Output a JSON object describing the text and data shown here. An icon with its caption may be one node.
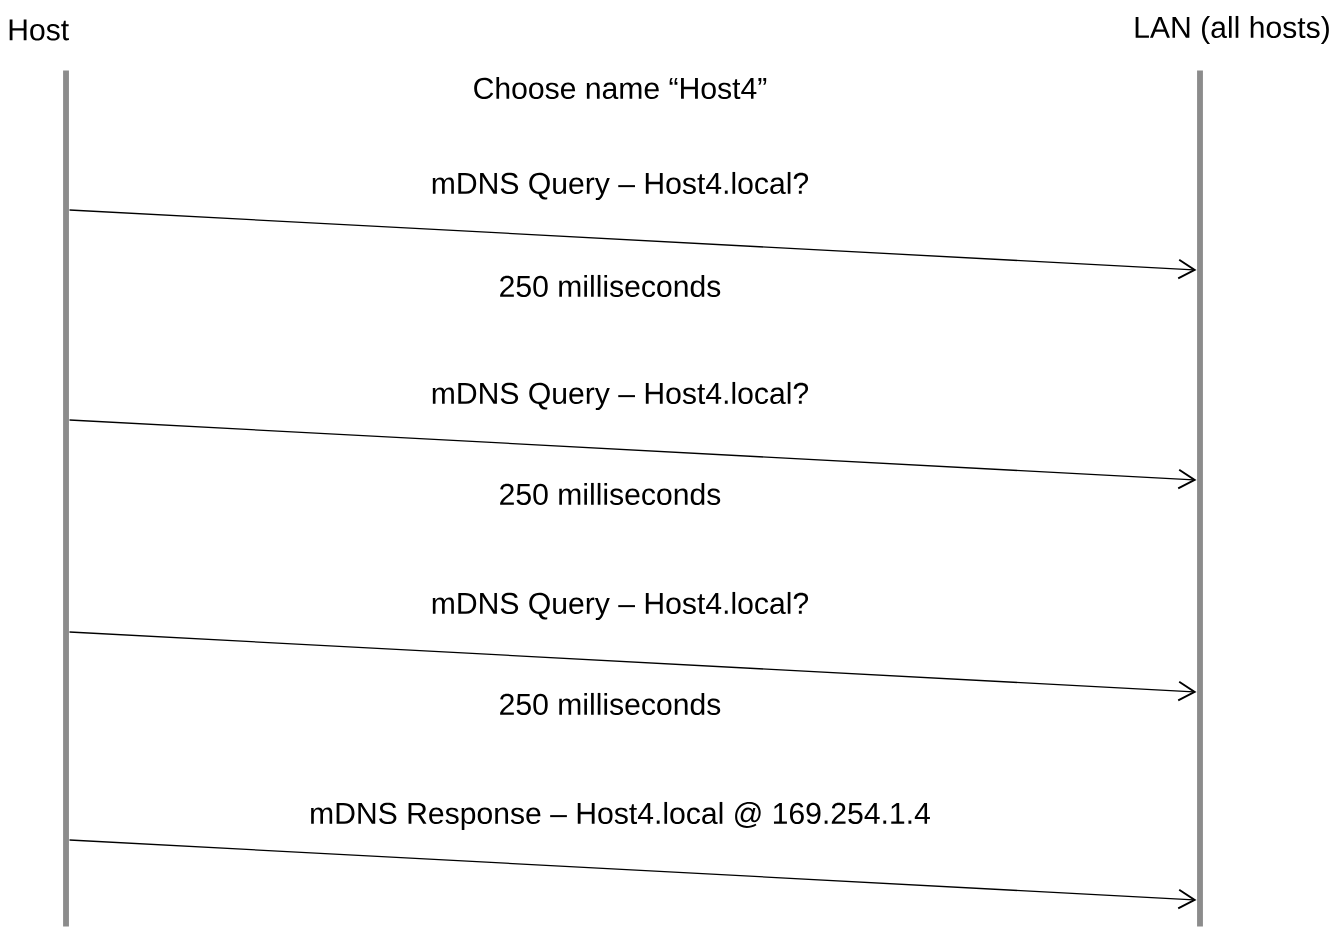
{
  "diagram": {
    "nodes": [
      {
        "text": [
          "Host"
        ]
      },
      {
        "text": [
          "LAN (all hosts)"
        ]
      }
    ],
    "edges": [
      {
        "from": 0,
        "to": 1,
        "arrow": "to",
        "label": "mDNS Query – Host4.local?"
      },
      {
        "from": 0,
        "to": 1,
        "arrow": "to",
        "label": "mDNS Query – Host4.local?"
      },
      {
        "from": 0,
        "to": 1,
        "arrow": "to",
        "label": "mDNS Query – Host4.local?"
      },
      {
        "from": 0,
        "to": 1,
        "arrow": "to",
        "label": "mDNS Response – Host4.local @ 169.254.1.4"
      }
    ],
    "labels": [
      "Choose name “Host4”",
      "250 milliseconds",
      "250 milliseconds",
      "250 milliseconds"
    ]
  }
}
